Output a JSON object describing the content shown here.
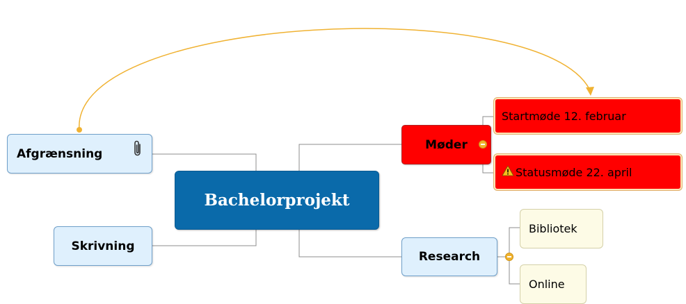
{
  "central_topic": "Bachelorprojekt",
  "main_topics": {
    "afgraensning": {
      "label": "Afgrænsning",
      "icon": "paperclip-icon"
    },
    "skrivning": {
      "label": "Skrivning"
    },
    "moder": {
      "label": "Møder",
      "color": "#ff0000"
    },
    "research": {
      "label": "Research"
    }
  },
  "subtopics": {
    "startmode": {
      "label": "Startmøde 12. februar",
      "color": "#ff0000"
    },
    "statusmode": {
      "label": "Statusmøde 22. april",
      "color": "#ff0000",
      "icon": "warning-icon"
    },
    "bibliotek": {
      "label": "Bibliotek"
    },
    "online": {
      "label": "Online"
    }
  },
  "relationship": {
    "from": "Afgrænsning",
    "to": "Startmøde 12. februar",
    "color": "#f0b232"
  },
  "colors": {
    "central_fill": "#0a6aaa",
    "topic_fill": "#dff0fd",
    "topic_border": "#6e9fc9",
    "connector": "#8c8c8c",
    "subtopic_fill": "#fdfbe6",
    "collapse_button": "#f0b32e"
  }
}
